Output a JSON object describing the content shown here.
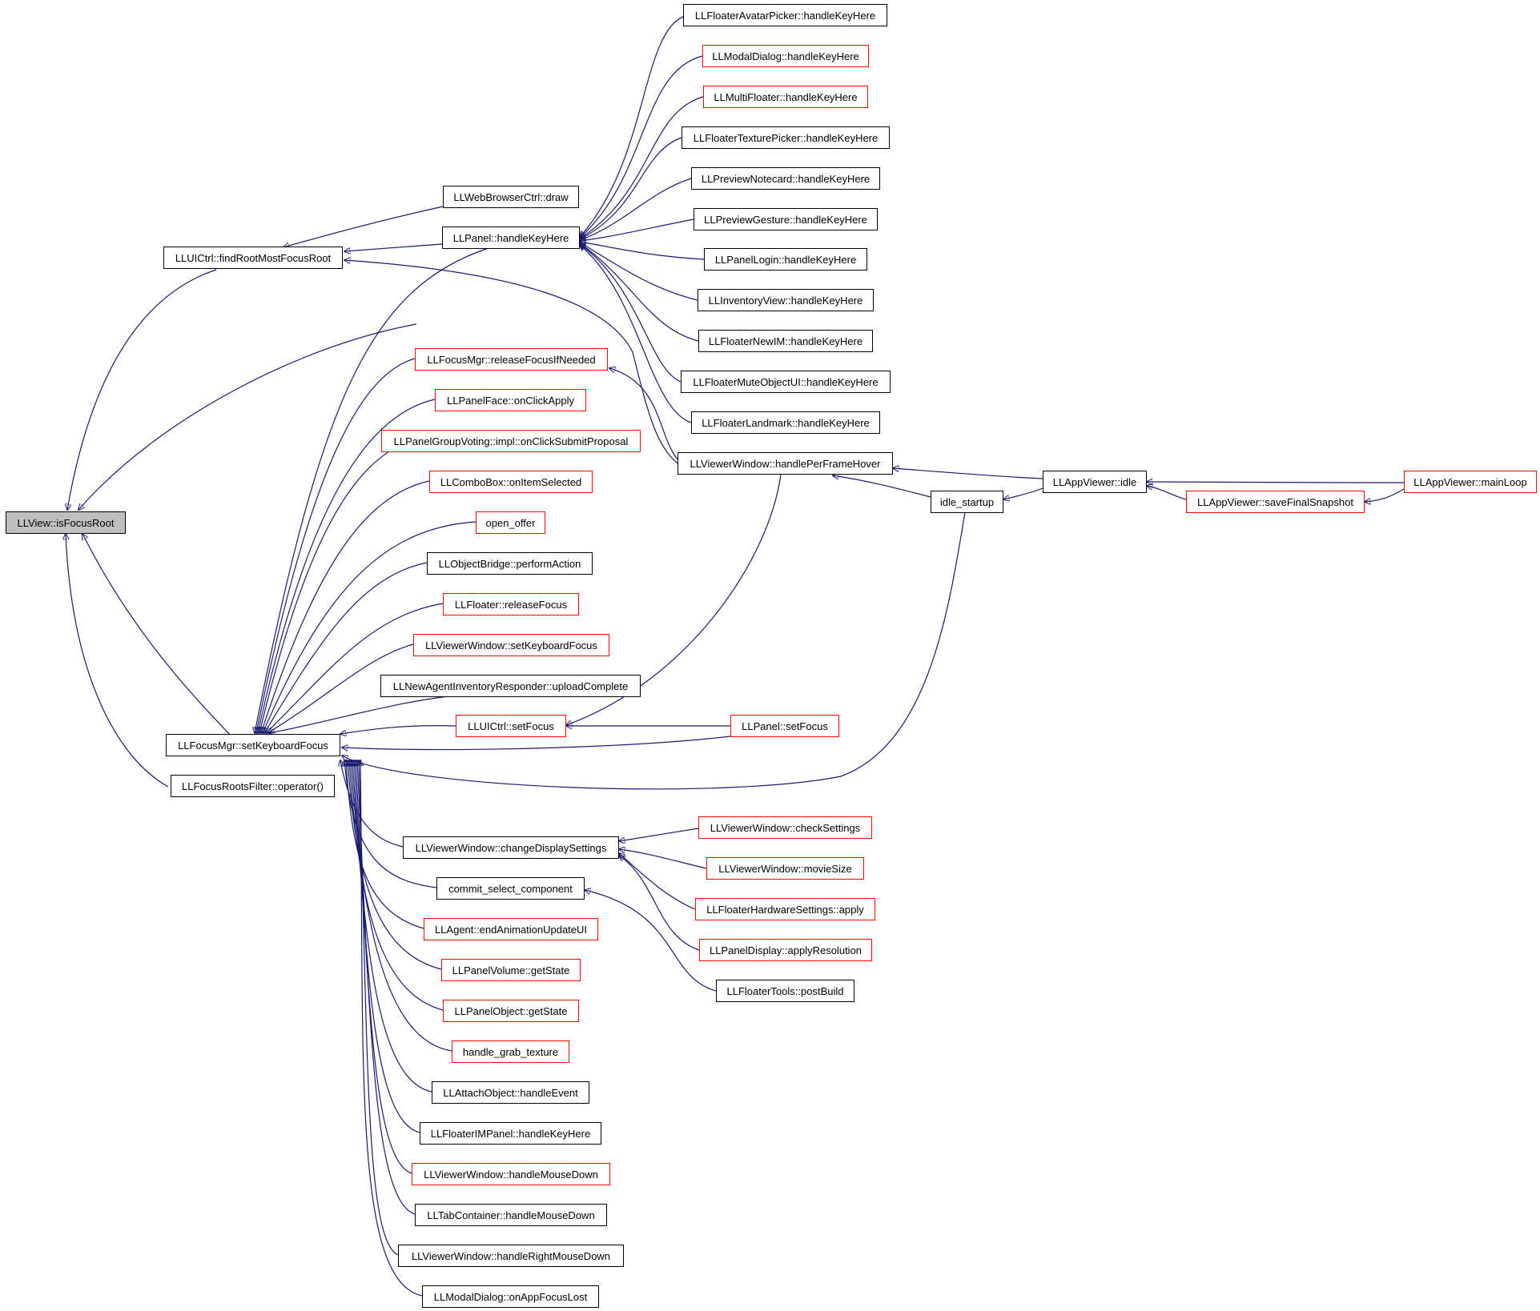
{
  "colors": {
    "edge": "#191970",
    "node_border": "#000000",
    "node_border_incomplete": "#ff0000",
    "root_fill": "#bfbfbf",
    "background": "#ffffff"
  },
  "nodes": {
    "isFocusRoot": "LLView::isFocusRoot",
    "findRootMostFocusRoot": "LLUICtrl::findRootMostFocusRoot",
    "setKeyboardFocus": "LLFocusMgr::setKeyboardFocus",
    "focusRootsFilter": "LLFocusRootsFilter::operator()",
    "webBrowserDraw": "LLWebBrowserCtrl::draw",
    "panelHandleKeyHere": "LLPanel::handleKeyHere",
    "releaseFocusIfNeeded": "LLFocusMgr::releaseFocusIfNeeded",
    "panelFaceOnClickApply": "LLPanelFace::onClickApply",
    "groupVotingSubmit": "LLPanelGroupVoting::impl::onClickSubmitProposal",
    "comboOnItemSelected": "LLComboBox::onItemSelected",
    "openOffer": "open_offer",
    "objectBridgePerform": "LLObjectBridge::performAction",
    "floaterReleaseFocus": "LLFloater::releaseFocus",
    "viewerSetKeyboardFocus": "LLViewerWindow::setKeyboardFocus",
    "uploadComplete": "LLNewAgentInventoryResponder::uploadComplete",
    "uiCtrlSetFocus": "LLUICtrl::setFocus",
    "changeDisplaySettings": "LLViewerWindow::changeDisplaySettings",
    "commitSelectComponent": "commit_select_component",
    "endAnimationUpdateUI": "LLAgent::endAnimationUpdateUI",
    "panelVolumeGetState": "LLPanelVolume::getState",
    "panelObjectGetState": "LLPanelObject::getState",
    "handleGrabTexture": "handle_grab_texture",
    "attachObjectHandleEvent": "LLAttachObject::handleEvent",
    "floaterIMPanelKey": "LLFloaterIMPanel::handleKeyHere",
    "viewerHandleMouseDown": "LLViewerWindow::handleMouseDown",
    "tabContainerMouseDown": "LLTabContainer::handleMouseDown",
    "viewerRightMouseDown": "LLViewerWindow::handleRightMouseDown",
    "modalOnAppFocusLost": "LLModalDialog::onAppFocusLost",
    "avatarPickerKey": "LLFloaterAvatarPicker::handleKeyHere",
    "modalDialogKey": "LLModalDialog::handleKeyHere",
    "multiFloaterKey": "LLMultiFloater::handleKeyHere",
    "texturePickerKey": "LLFloaterTexturePicker::handleKeyHere",
    "previewNotecardKey": "LLPreviewNotecard::handleKeyHere",
    "previewGestureKey": "LLPreviewGesture::handleKeyHere",
    "panelLoginKey": "LLPanelLogin::handleKeyHere",
    "inventoryViewKey": "LLInventoryView::handleKeyHere",
    "floaterNewIMKey": "LLFloaterNewIM::handleKeyHere",
    "muteObjectUIKey": "LLFloaterMuteObjectUI::handleKeyHere",
    "floaterLandmarkKey": "LLFloaterLandmark::handleKeyHere",
    "perFrameHover": "LLViewerWindow::handlePerFrameHover",
    "panelSetFocus": "LLPanel::setFocus",
    "checkSettings": "LLViewerWindow::checkSettings",
    "movieSize": "LLViewerWindow::movieSize",
    "hardwareApply": "LLFloaterHardwareSettings::apply",
    "applyResolution": "LLPanelDisplay::applyResolution",
    "toolsPostBuild": "LLFloaterTools::postBuild",
    "idleStartup": "idle_startup",
    "appViewerIdle": "LLAppViewer::idle",
    "saveFinalSnapshot": "LLAppViewer::saveFinalSnapshot",
    "mainLoop": "LLAppViewer::mainLoop"
  }
}
